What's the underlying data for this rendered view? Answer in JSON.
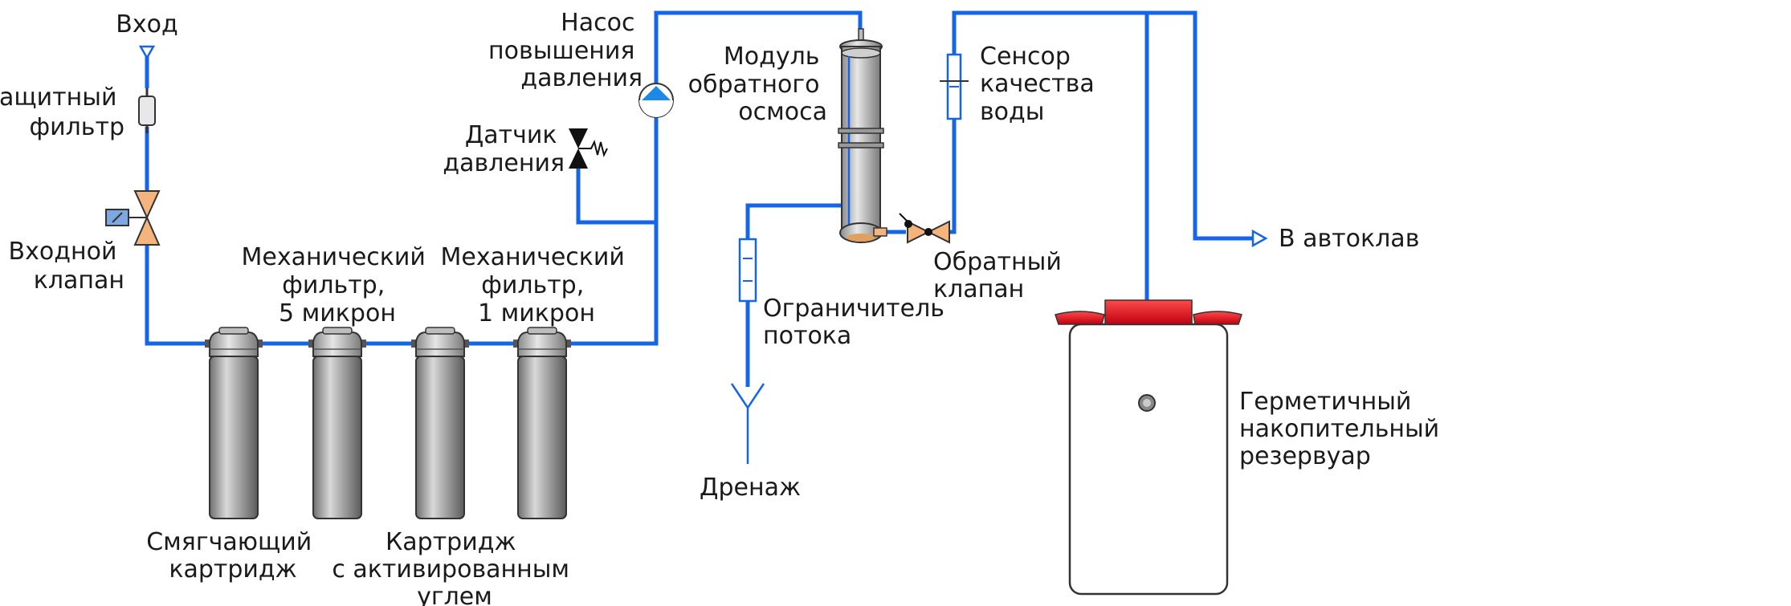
{
  "labels": {
    "inlet": [
      "Вход"
    ],
    "protective_filter": [
      "Защитный",
      "фильтр"
    ],
    "inlet_valve": [
      "Входной",
      "клапан"
    ],
    "mech_filter_5": [
      "Механический",
      "фильтр,",
      "5 микрон"
    ],
    "mech_filter_1": [
      "Механический",
      "фильтр,",
      "1 микрон"
    ],
    "softening_cartridge": [
      "Смягчающий",
      "картридж"
    ],
    "carbon_cartridge": [
      "Картридж",
      "с активированным",
      "углем"
    ],
    "booster_pump": [
      "Насос",
      "повышения",
      "давления"
    ],
    "pressure_sensor": [
      "Датчик",
      "давления"
    ],
    "ro_module": [
      "Модуль",
      "обратного",
      "осмоса"
    ],
    "quality_sensor": [
      "Сенсор",
      "качества",
      "воды"
    ],
    "check_valve": [
      "Обратный",
      "клапан"
    ],
    "flow_limiter": [
      "Ограничитель",
      "потока"
    ],
    "drain": [
      "Дренаж"
    ],
    "to_autoclave": [
      "В автоклав"
    ],
    "sealed_tank": [
      "Герметичный",
      "накопительный",
      "резервуар"
    ]
  },
  "colors": {
    "pipe": "#1565e8",
    "valve": "#f5b47c",
    "solenoid": "#7fa8e0",
    "tank_cap": "#e0101a",
    "cartridge": "#9a9a9a"
  }
}
